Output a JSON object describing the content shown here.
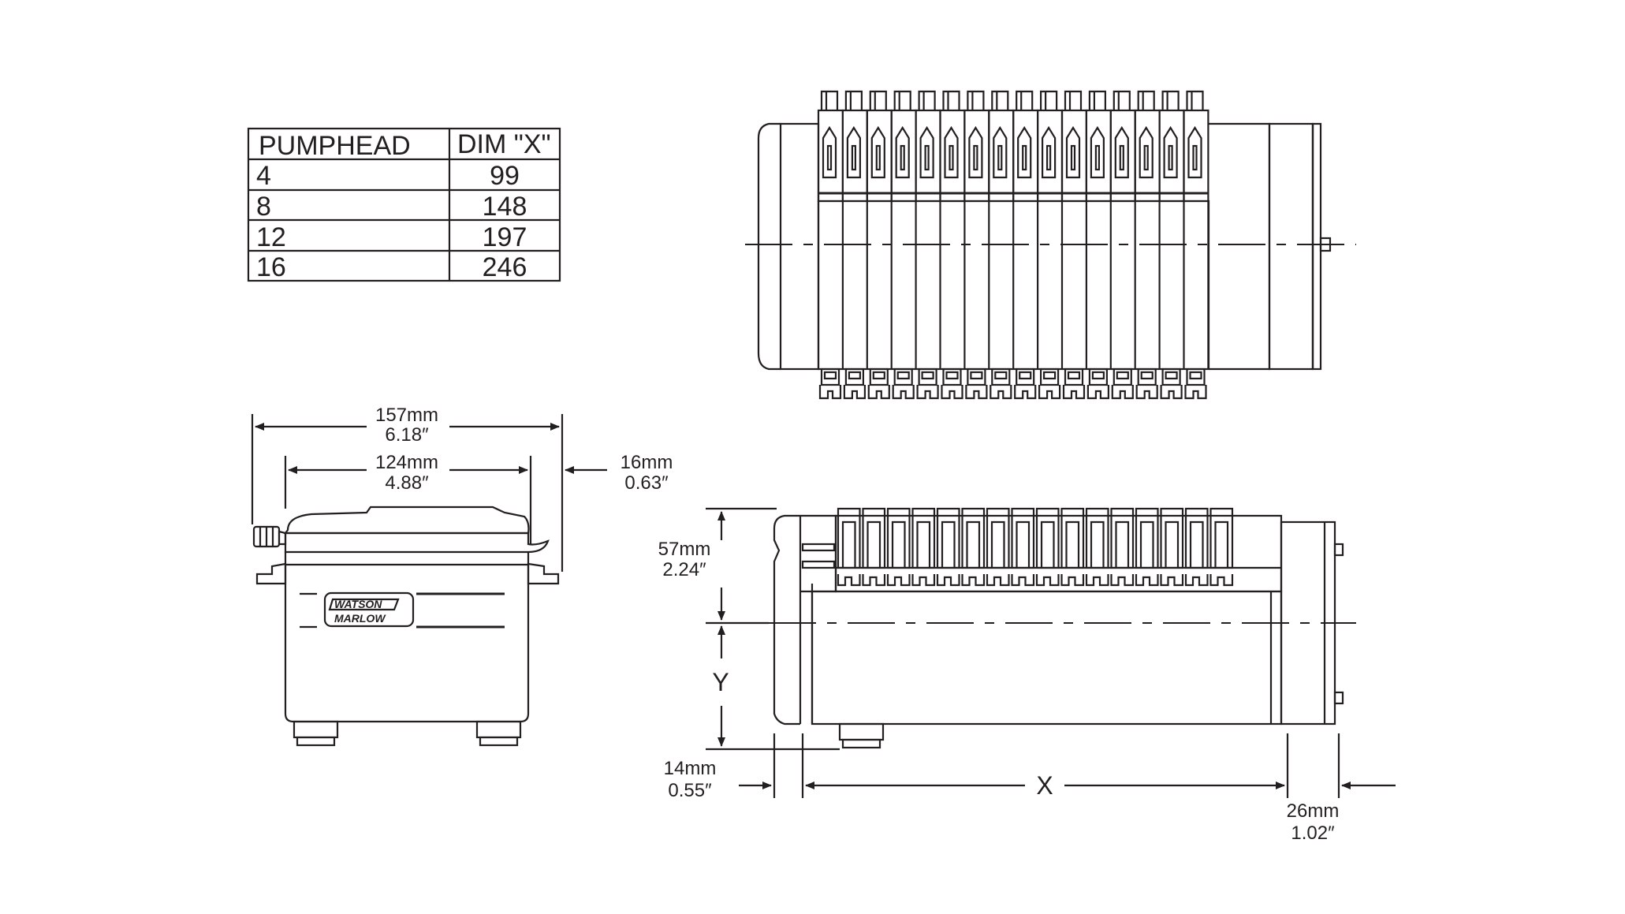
{
  "table": {
    "headers": [
      "PUMPHEAD",
      "DIM \"X\""
    ],
    "rows": [
      [
        "4",
        "99"
      ],
      [
        "8",
        "148"
      ],
      [
        "12",
        "197"
      ],
      [
        "16",
        "246"
      ]
    ]
  },
  "end_view": {
    "overall_width_mm": "157mm",
    "overall_width_in": "6.18″",
    "body_width_mm": "124mm",
    "body_width_in": "4.88″",
    "right_overhang_mm": "16mm",
    "right_overhang_in": "0.63″",
    "logo_line1": "WATSON",
    "logo_line2": "MARLOW"
  },
  "side_view": {
    "height_mm": "57mm",
    "height_in": "2.24″",
    "y_label": "Y",
    "x_label": "X",
    "left_offset_mm": "14mm",
    "left_offset_in": "0.55″",
    "right_offset_mm": "26mm",
    "right_offset_in": "1.02″"
  },
  "colors": {
    "line": "#231f20",
    "background": "#ffffff"
  }
}
